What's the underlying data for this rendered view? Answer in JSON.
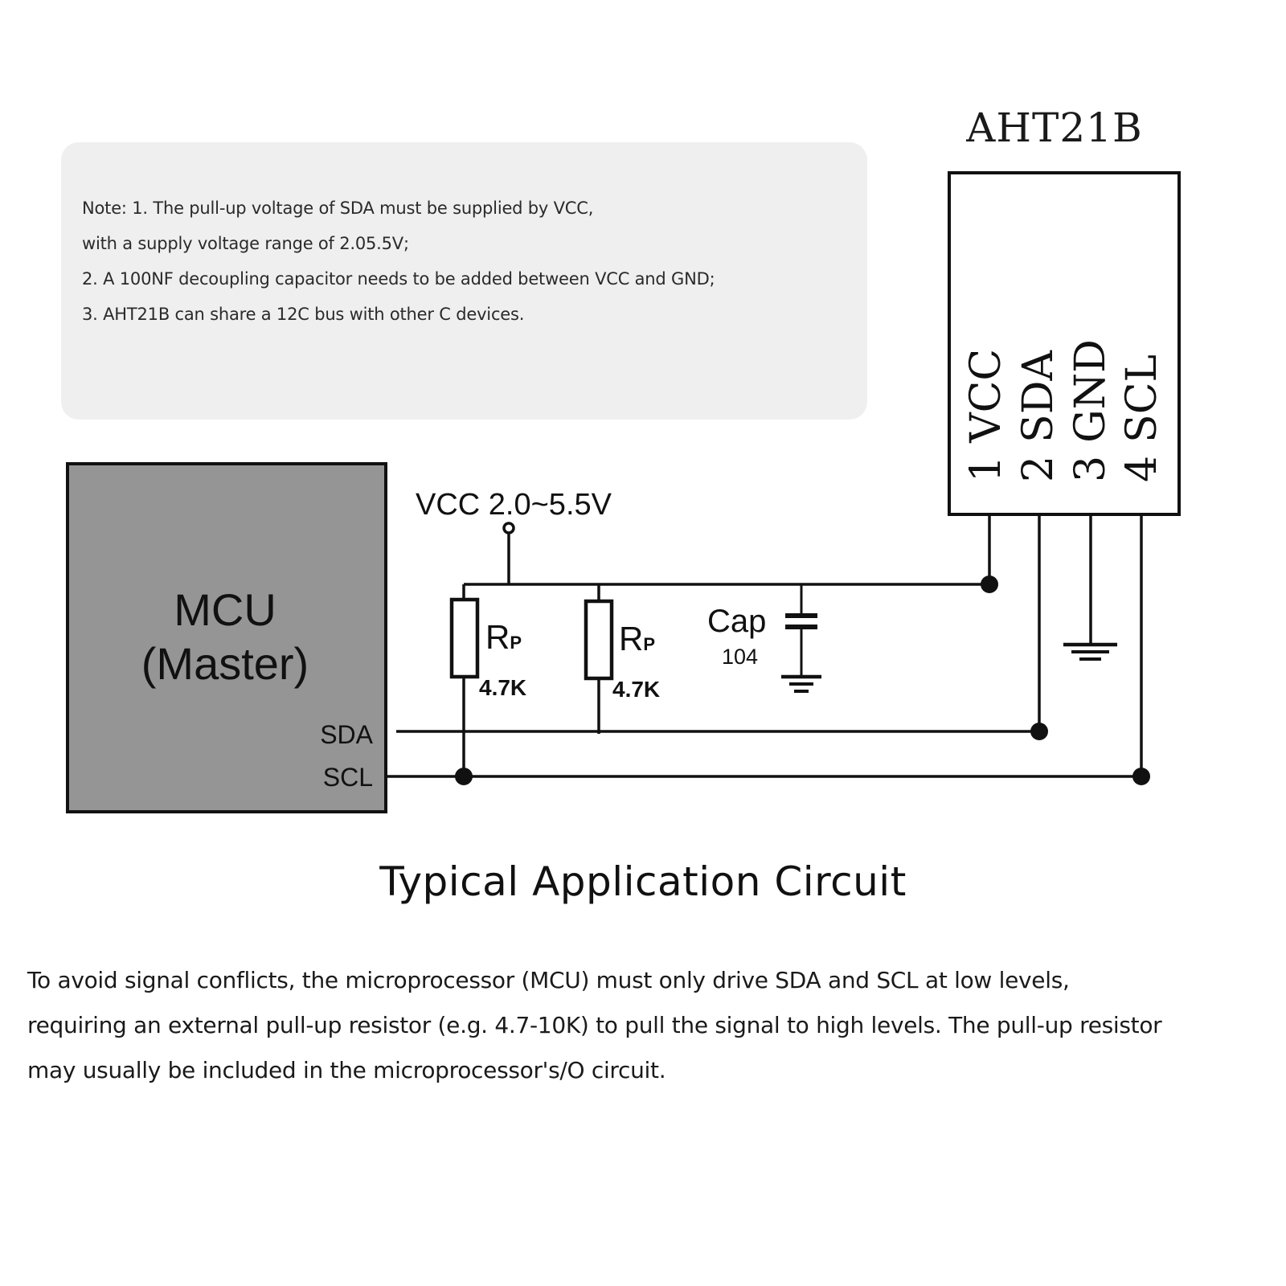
{
  "note": {
    "lines": [
      "Note: 1. The pull-up voltage of SDA must be supplied by VCC,",
      "with a supply voltage range of 2.05.5V;",
      "2. A 100NF decoupling capacitor needs to be added between VCC and GND;",
      "3. AHT21B can share a 12C bus with other C devices."
    ]
  },
  "sensor": {
    "name": "AHT21B",
    "pins": [
      {
        "number": "1",
        "name": "VCC"
      },
      {
        "number": "2",
        "name": "SDA"
      },
      {
        "number": "3",
        "name": "GND"
      },
      {
        "number": "4",
        "name": "SCL"
      }
    ]
  },
  "mcu": {
    "line1": "MCU",
    "line2": "(Master)",
    "pin_sda": "SDA",
    "pin_scl": "SCL",
    "fill_color": "#959595"
  },
  "supply": {
    "label": "VCC 2.0~5.5V"
  },
  "resistors": [
    {
      "symbol": "R",
      "subscript": "P",
      "value": "4.7K"
    },
    {
      "symbol": "R",
      "subscript": "P",
      "value": "4.7K"
    }
  ],
  "capacitor": {
    "label": "Cap",
    "value": "104"
  },
  "title": "Typical Application Circuit",
  "description": {
    "lines": [
      "To avoid signal conflicts, the microprocessor (MCU) must only drive SDA and SCL at low levels,",
      "requiring an external pull-up resistor (e.g. 4.7-10K) to pull the signal to high levels. The pull-up resistor",
      "may usually be included in the microprocessor's/O circuit."
    ]
  }
}
